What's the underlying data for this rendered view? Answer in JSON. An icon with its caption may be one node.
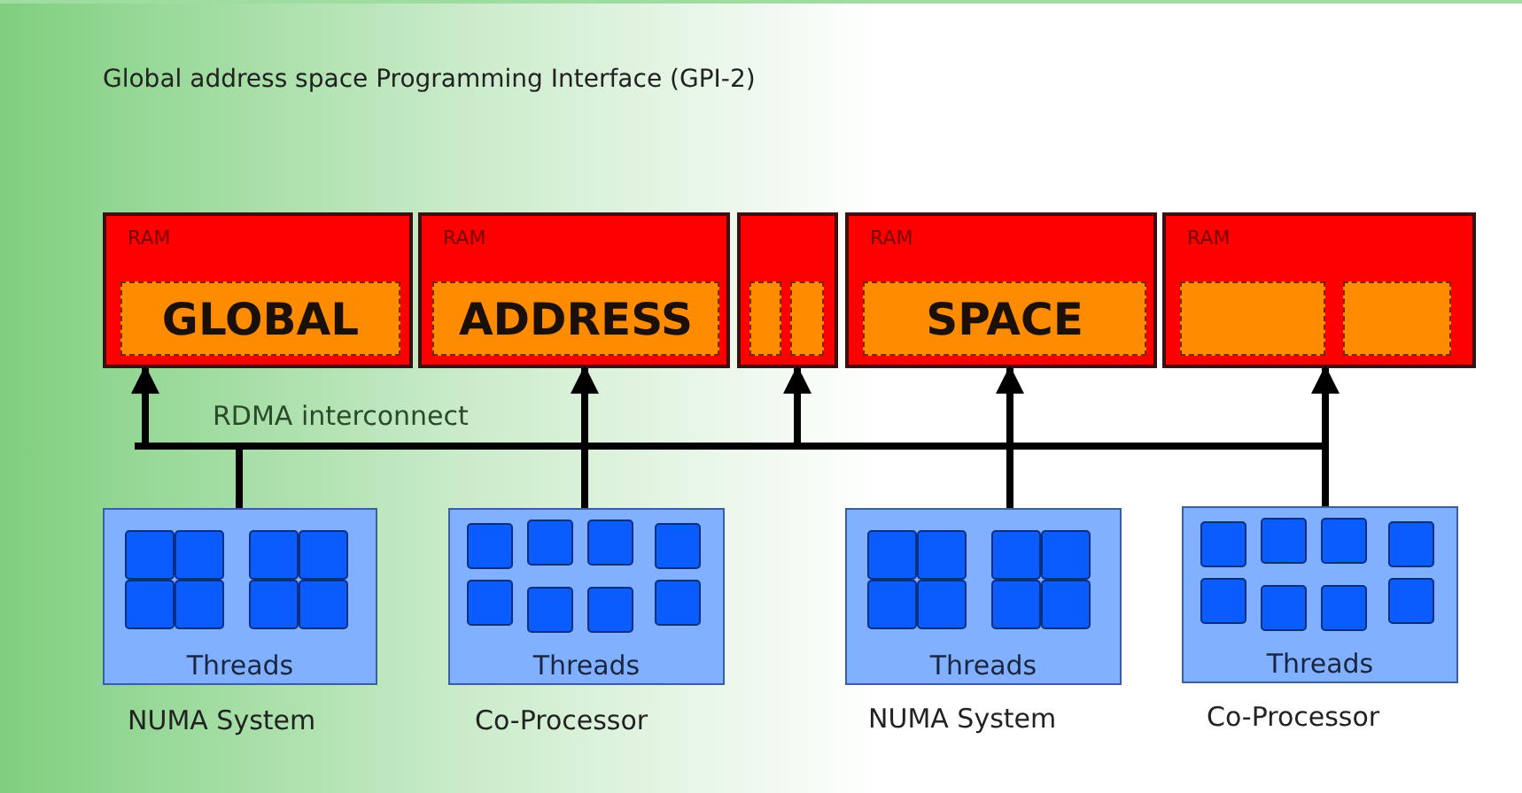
{
  "diagram": {
    "title": "Global address space Programming Interface (GPI-2)",
    "nodes": [
      {
        "text": [
          "RAM"
        ]
      },
      {
        "text": [
          "GLOBAL"
        ],
        "in": 0
      },
      {
        "text": [
          "RAM"
        ]
      },
      {
        "text": [
          "ADDRESS"
        ],
        "in": 2
      },
      {
        "text": [],
        "shape": "box"
      },
      {
        "text": [],
        "shape": "box",
        "in": 4
      },
      {
        "text": [],
        "shape": "box",
        "in": 4
      },
      {
        "text": [
          "RAM"
        ]
      },
      {
        "text": [
          "SPACE"
        ],
        "in": 7
      },
      {
        "text": [
          "RAM"
        ]
      },
      {
        "text": [],
        "shape": "box",
        "in": 9
      },
      {
        "text": [],
        "shape": "box",
        "in": 9
      },
      {
        "text": [],
        "shape": "bar",
        "beside": [
          "RDMA interconnect"
        ]
      },
      {
        "text": [
          "Threads"
        ],
        "beside": [
          "NUMA System"
        ]
      },
      {
        "text": [
          "Threads"
        ],
        "beside": [
          "Co-Processor"
        ]
      },
      {
        "text": [
          "Threads"
        ],
        "beside": [
          "NUMA System"
        ]
      },
      {
        "text": [
          "Threads"
        ],
        "beside": [
          "Co-Processor"
        ]
      }
    ],
    "edges": [
      {
        "from": 12,
        "to": 0,
        "arrow": "to"
      },
      {
        "from": 12,
        "to": 2,
        "arrow": "to"
      },
      {
        "from": 12,
        "to": 4,
        "arrow": "to"
      },
      {
        "from": 12,
        "to": 7,
        "arrow": "to"
      },
      {
        "from": 12,
        "to": 9,
        "arrow": "to"
      },
      {
        "from": 13,
        "to": 12,
        "arrow": "none"
      },
      {
        "from": 14,
        "to": 12,
        "arrow": "none"
      },
      {
        "from": 15,
        "to": 12,
        "arrow": "none"
      },
      {
        "from": 16,
        "to": 12,
        "arrow": "none"
      }
    ]
  }
}
